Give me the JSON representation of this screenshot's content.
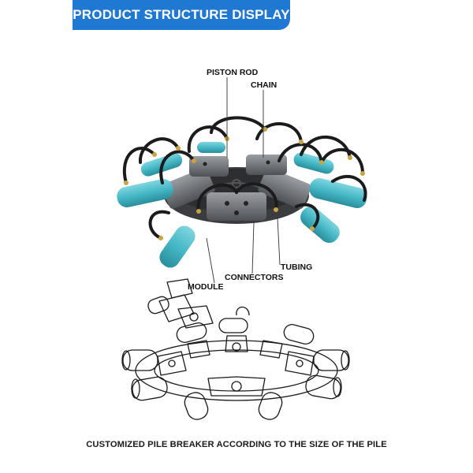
{
  "header": {
    "title": "PRODUCT STRUCTURE DISPLAY"
  },
  "callouts": {
    "piston_rod": "PISTON ROD",
    "chain": "CHAIN",
    "tubing": "TUBING",
    "connectors": "CONNECTORS",
    "module": "MODULE"
  },
  "footer": {
    "caption": "CUSTOMIZED PILE BREAKER ACCORDING TO THE SIZE OF THE PILE"
  },
  "colors": {
    "brand_blue": "#1f78d1",
    "cylinder_teal": "#46b8c6",
    "module_grey": "#6a6d72",
    "hose_black": "#1b1b1b",
    "fitting_gold": "#c9a441"
  }
}
